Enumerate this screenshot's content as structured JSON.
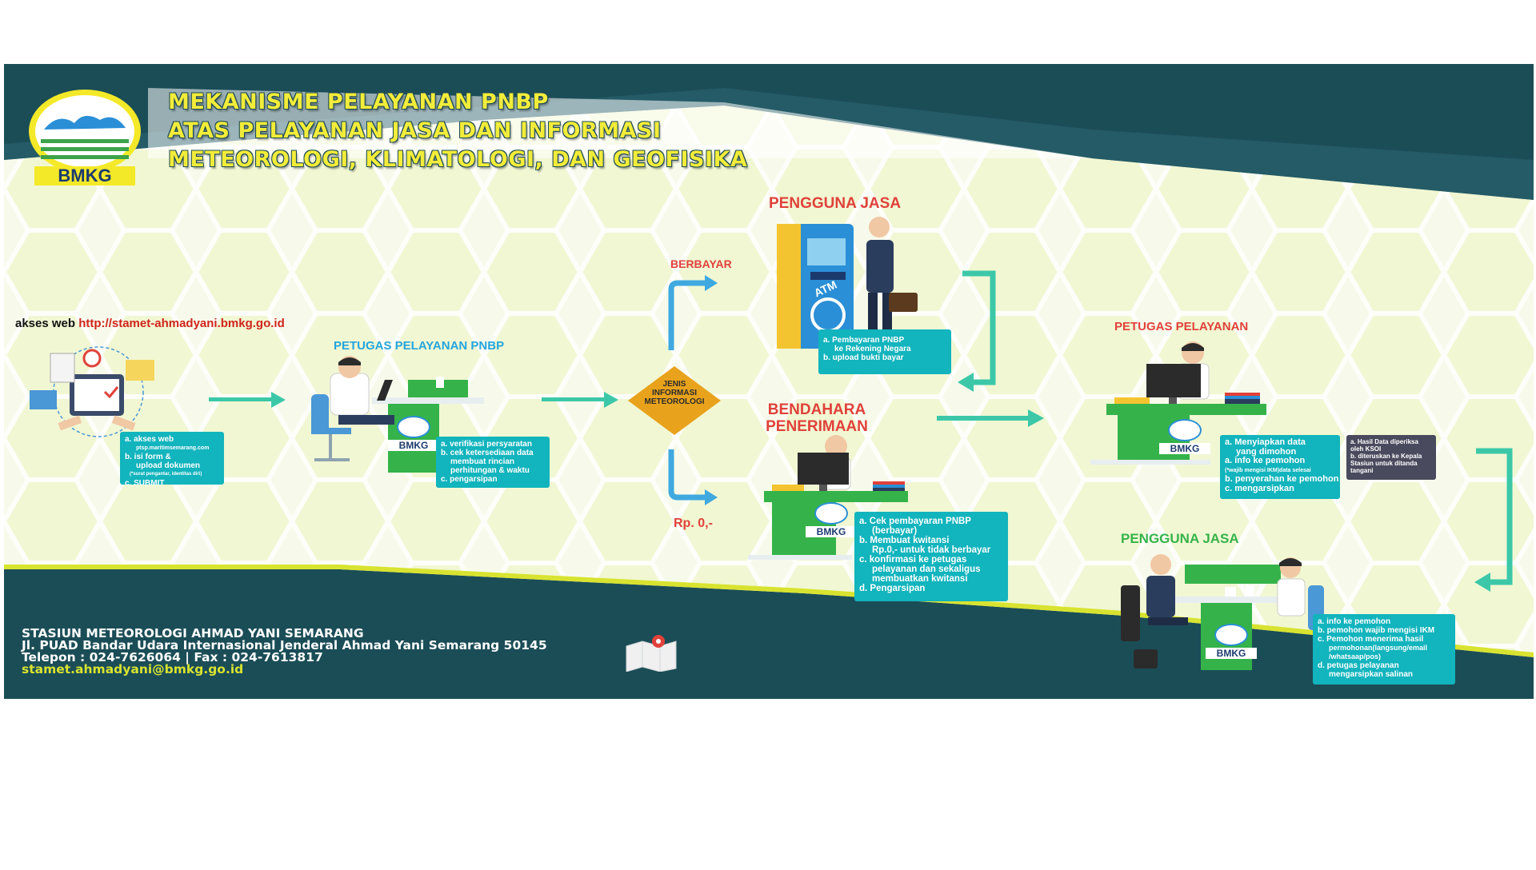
{
  "header": {
    "title_lines": [
      "MEKANISME PELAYANAN PNBP",
      "ATAS PELAYANAN JASA DAN INFORMASI",
      "METEOROLOGI, KLIMATOLOGI, DAN GEOFISIKA"
    ],
    "logo_text": "BMKG"
  },
  "access": {
    "label": "akses web",
    "url": "http://stamet-ahmadyani.bmkg.go.id",
    "steps": [
      "a. akses web",
      "ptsp.maritimsemarang.com",
      "b.  isi form &",
      "upload dokumen",
      "(*surat pengantar, identitas diri)",
      "c. SUBMIT"
    ]
  },
  "petugas_pnbp": {
    "title": "PETUGAS PELAYANAN PNBP",
    "steps": [
      "a. verifikasi persyaratan",
      "b. cek ketersediaan data",
      "membuat rincian",
      "perhitungan & waktu",
      "c. pengarsipan"
    ]
  },
  "decision": {
    "lines": [
      "JENIS",
      "INFORMASI",
      "METEOROLOGI"
    ],
    "paid_label": "BERBAYAR",
    "free_label": "Rp. 0,-"
  },
  "pengguna_atm": {
    "title": "PENGGUNA JASA",
    "atm_label": "ATM",
    "steps": [
      "a. Pembayaran PNBP",
      "ke Rekening Negara",
      "b. upload bukti bayar"
    ]
  },
  "bendahara": {
    "title_lines": [
      "BENDAHARA",
      "PENERIMAAN"
    ],
    "steps": [
      "a. Cek pembayaran PNBP",
      "(berbayar)",
      "b. Membuat kwitansi",
      "Rp.0,- untuk tidak berbayar",
      "c. konfirmasi ke petugas",
      "pelayanan dan sekaligus",
      "membuatkan kwitansi",
      "d. Pengarsipan"
    ]
  },
  "petugas_pelayanan": {
    "title": "PETUGAS PELAYANAN",
    "steps": [
      "a. Menyiapkan data",
      "yang dimohon",
      "a. info ke pemohon",
      "(*wajib mengisi IKM)data selesai",
      "b. penyerahan ke pemohon",
      "c. mengarsipkan"
    ],
    "note": [
      "a. Hasil Data diperiksa",
      "oleh KSOI",
      "b. diteruskan ke Kepala",
      "Stasiun untuk ditanda",
      "tangani"
    ]
  },
  "pengguna_final": {
    "title": "PENGGUNA JASA",
    "steps": [
      "a. info ke pemohon",
      "b.  pemohon wajib mengisi IKM",
      "c. Pemohon menerima hasil",
      "permohonan(langsung/email",
      "/whatsaap/pos)",
      "d. petugas pelayanan",
      "mengarsipkan salinan"
    ]
  },
  "footer": {
    "station": "STASIUN METEOROLOGI AHMAD YANI SEMARANG",
    "address": "Jl. PUAD Bandar Udara Internasional Jenderal Ahmad Yani Semarang 50145",
    "phone": "Telepon : 024-7626064 | Fax : 024-7613817",
    "email": "stamet.ahmadyani@bmkg.go.id"
  },
  "desk_logo": "BMKG",
  "colors": {
    "dark_teal": "#1b4d57",
    "teal_box": "#12b4bd",
    "green_desk": "#35b34a",
    "arrow": "#3cc8a8",
    "arrow_blue": "#3fa9e0",
    "title_yellow": "#f2ec3a",
    "role_red": "#e0413a",
    "role_blue": "#25a5dc",
    "role_green": "#35b34a",
    "diamond": "#e8a21c"
  }
}
